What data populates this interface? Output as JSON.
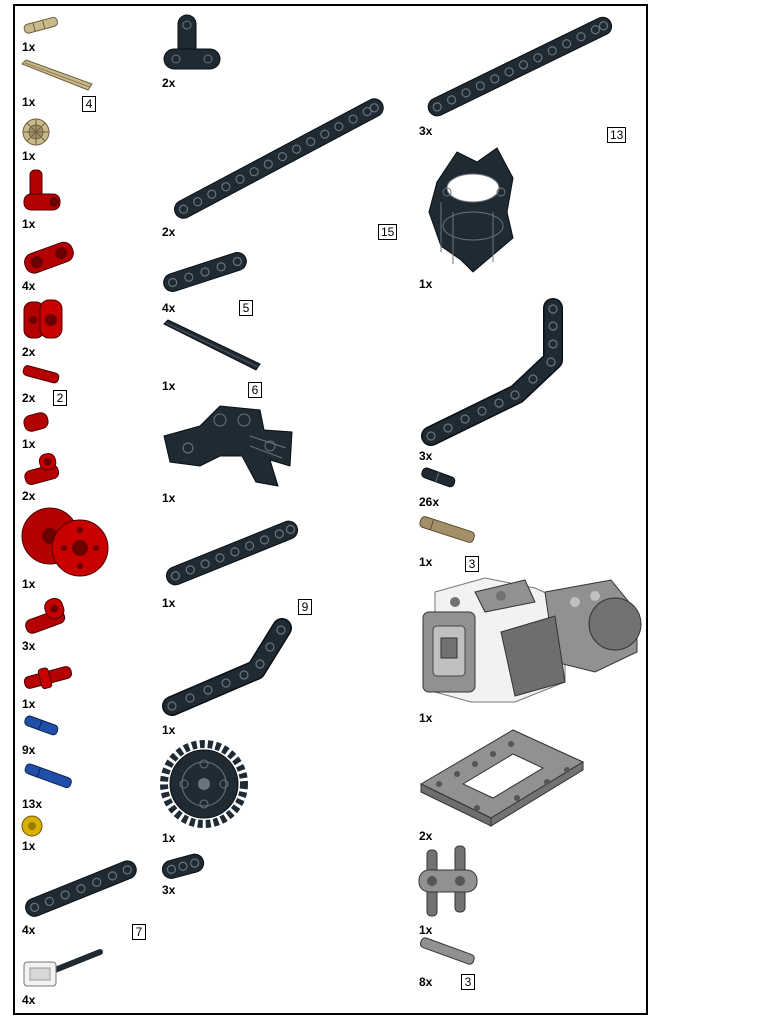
{
  "colors": {
    "dark_bluish_gray": "#1f2a33",
    "red": "#b40000",
    "tan": "#c9b98a",
    "blue": "#1f4fa8",
    "light_gray": "#8f9193",
    "yellow": "#d8b000",
    "white": "#f2f2f2"
  },
  "parts": [
    {
      "name": "axle-connector-tan",
      "icon": "tan-pin-icon",
      "qty": "1x",
      "len": ""
    },
    {
      "name": "axle-4-tan",
      "icon": "tan-axle-icon",
      "qty": "1x",
      "len": "4"
    },
    {
      "name": "bush-tan",
      "icon": "tan-bush-icon",
      "qty": "1x",
      "len": ""
    },
    {
      "name": "angle-connector-red",
      "icon": "red-angle-connector-icon",
      "qty": "1x",
      "len": ""
    },
    {
      "name": "cross-block-red",
      "icon": "red-cross-block-icon",
      "qty": "4x",
      "len": ""
    },
    {
      "name": "double-cross-block-red",
      "icon": "red-double-block-icon",
      "qty": "2x",
      "len": ""
    },
    {
      "name": "axle-2-red",
      "icon": "red-axle-2-icon",
      "qty": "2x",
      "len": "2"
    },
    {
      "name": "bush-red",
      "icon": "red-bush-icon",
      "qty": "1x",
      "len": ""
    },
    {
      "name": "pin-connector-red",
      "icon": "red-pin-connector-icon",
      "qty": "2x",
      "len": ""
    },
    {
      "name": "wheel-hub-red",
      "icon": "red-wheel-hubs-icon",
      "qty": "1x",
      "len": ""
    },
    {
      "name": "perpendicular-connector-red",
      "icon": "red-perp-connector-icon",
      "qty": "3x",
      "len": ""
    },
    {
      "name": "axle-pin-red",
      "icon": "red-axle-pin-icon",
      "qty": "1x",
      "len": ""
    },
    {
      "name": "pin-blue-short",
      "icon": "blue-pin-short-icon",
      "qty": "9x",
      "len": ""
    },
    {
      "name": "pin-blue-long",
      "icon": "blue-pin-long-icon",
      "qty": "13x",
      "len": ""
    },
    {
      "name": "bush-yellow",
      "icon": "yellow-bush-icon",
      "qty": "1x",
      "len": ""
    },
    {
      "name": "beam-7-dark",
      "icon": "beam-icon",
      "qty": "4x",
      "len": "7"
    },
    {
      "name": "cable-white",
      "icon": "cable-icon",
      "qty": "4x",
      "len": ""
    },
    {
      "name": "t-beam-dark",
      "icon": "t-beam-icon",
      "qty": "2x",
      "len": ""
    },
    {
      "name": "beam-15-dark",
      "icon": "beam-icon",
      "qty": "2x",
      "len": "15"
    },
    {
      "name": "beam-5-dark",
      "icon": "beam-icon",
      "qty": "4x",
      "len": "5"
    },
    {
      "name": "axle-6-dark",
      "icon": "axle-icon",
      "qty": "1x",
      "len": "6"
    },
    {
      "name": "gripper-assembly",
      "icon": "gripper-icon",
      "qty": "1x",
      "len": ""
    },
    {
      "name": "beam-9-dark",
      "icon": "beam-icon",
      "qty": "1x",
      "len": "9"
    },
    {
      "name": "bent-beam-dark",
      "icon": "bent-beam-icon",
      "qty": "1x",
      "len": ""
    },
    {
      "name": "gear-40-dark",
      "icon": "gear-icon",
      "qty": "1x",
      "len": ""
    },
    {
      "name": "beam-3-dark",
      "icon": "beam-icon",
      "qty": "3x",
      "len": ""
    },
    {
      "name": "beam-13-dark",
      "icon": "beam-icon",
      "qty": "3x",
      "len": "13"
    },
    {
      "name": "turntable-frame",
      "icon": "frame-assembly-icon",
      "qty": "1x",
      "len": ""
    },
    {
      "name": "angled-beam-dark",
      "icon": "angled-beam-icon",
      "qty": "3x",
      "len": ""
    },
    {
      "name": "pin-dark",
      "icon": "dark-pin-icon",
      "qty": "26x",
      "len": ""
    },
    {
      "name": "axle-3-tan",
      "icon": "tan-axle-icon",
      "qty": "1x",
      "len": "3"
    },
    {
      "name": "large-motor",
      "icon": "motor-icon",
      "qty": "1x",
      "len": ""
    },
    {
      "name": "frame-5x7-gray",
      "icon": "frame-icon",
      "qty": "2x",
      "len": ""
    },
    {
      "name": "double-pin-connector-gray",
      "icon": "double-pin-connector-icon",
      "qty": "1x",
      "len": ""
    },
    {
      "name": "axle-3-gray",
      "icon": "gray-axle-icon",
      "qty": "8x",
      "len": "3"
    }
  ]
}
